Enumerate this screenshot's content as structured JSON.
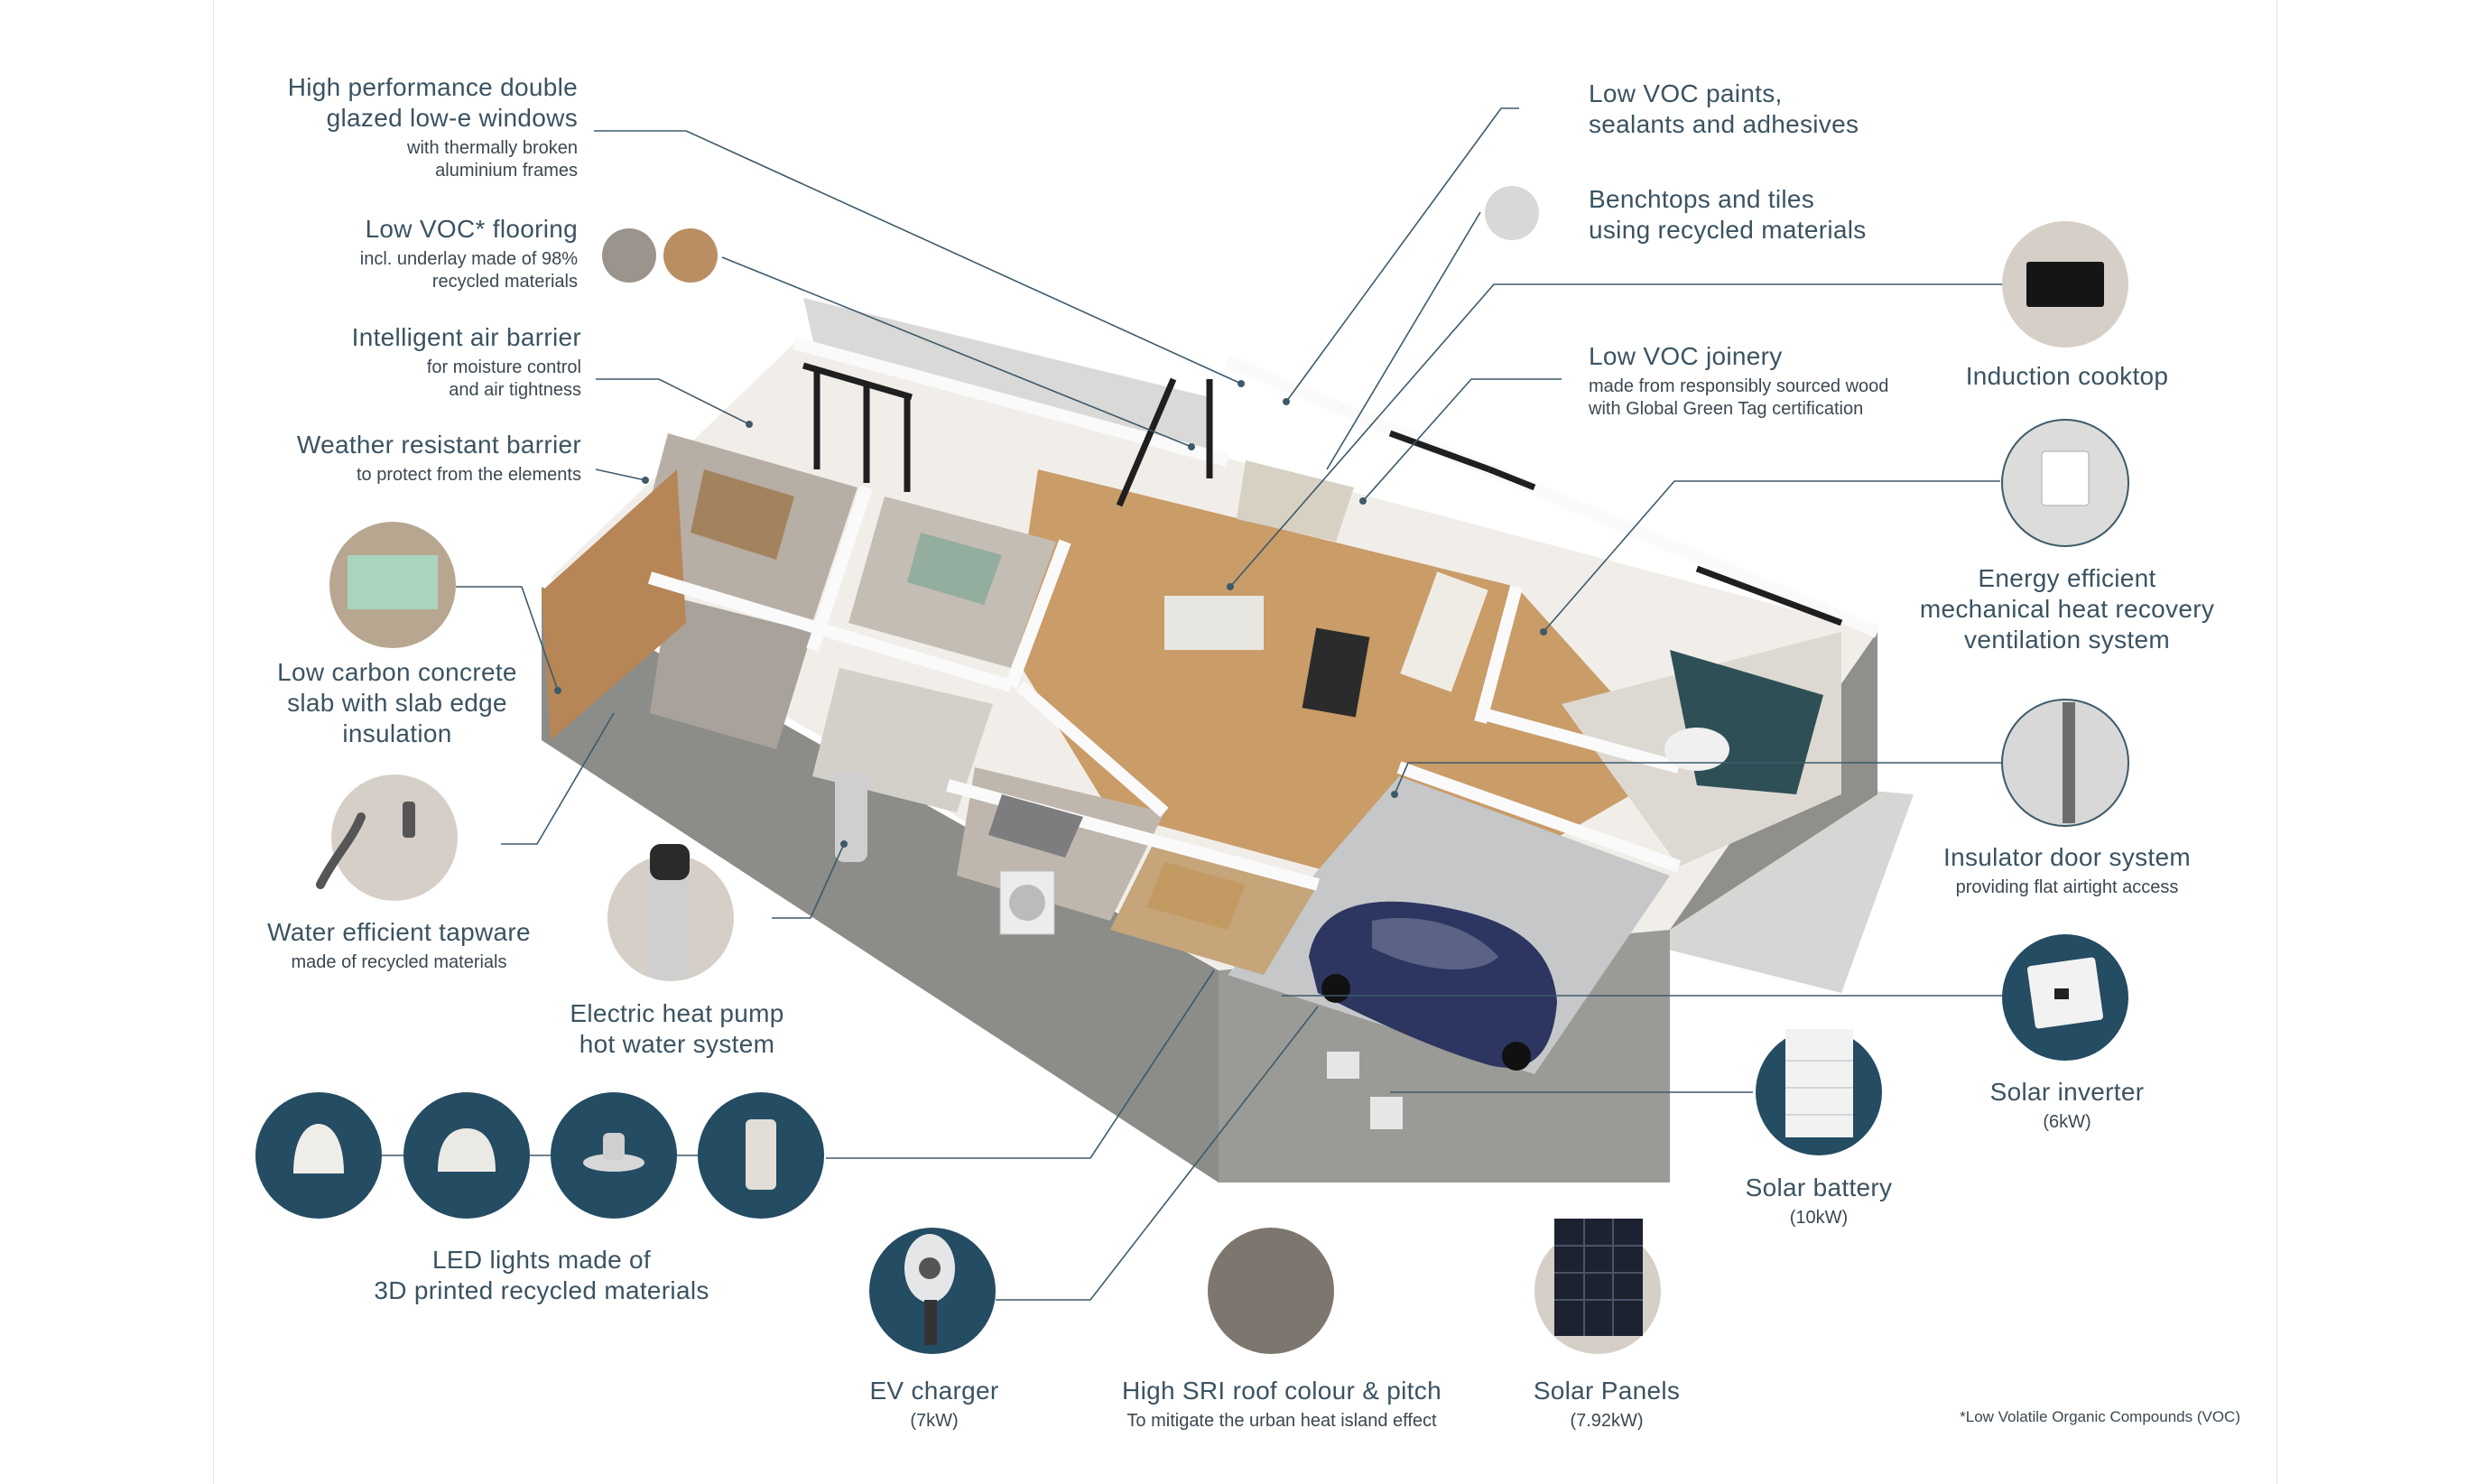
{
  "labels": {
    "windows": {
      "title": [
        "High performance double",
        "glazed low-e windows"
      ],
      "sub": [
        "with thermally broken",
        "aluminium frames"
      ]
    },
    "flooring": {
      "title": [
        "Low VOC* flooring"
      ],
      "sub": [
        "incl. underlay made of 98%",
        "recycled materials"
      ]
    },
    "air_barrier": {
      "title": [
        "Intelligent air barrier"
      ],
      "sub": [
        "for moisture control",
        "and air tightness"
      ]
    },
    "weather_barrier": {
      "title": [
        "Weather resistant barrier"
      ],
      "sub": [
        "to protect from the elements"
      ]
    },
    "concrete": {
      "title": [
        "Low carbon concrete",
        "slab with slab edge",
        "insulation"
      ]
    },
    "tapware": {
      "title": [
        "Water efficient tapware"
      ],
      "sub": [
        "made of recycled materials"
      ]
    },
    "heat_pump": {
      "title": [
        "Electric heat pump",
        "hot water system"
      ]
    },
    "led": {
      "title": [
        "LED lights made of",
        "3D printed recycled materials"
      ]
    },
    "ev_charger": {
      "title": [
        "EV charger"
      ],
      "sub": [
        "(7kW)"
      ]
    },
    "roof": {
      "title": [
        "High SRI roof colour & pitch"
      ],
      "sub": [
        "To mitigate the urban heat island effect"
      ]
    },
    "solar_panels": {
      "title": [
        "Solar Panels"
      ],
      "sub": [
        "(7.92kW)"
      ]
    },
    "solar_battery": {
      "title": [
        "Solar battery"
      ],
      "sub": [
        "(10kW)"
      ]
    },
    "solar_inverter": {
      "title": [
        "Solar inverter"
      ],
      "sub": [
        "(6kW)"
      ]
    },
    "door_system": {
      "title": [
        "Insulator door system"
      ],
      "sub": [
        "providing flat airtight access"
      ]
    },
    "ventilation": {
      "title": [
        "Energy efficient",
        "mechanical heat recovery",
        "ventilation system"
      ]
    },
    "cooktop": {
      "title": [
        "Induction cooktop"
      ]
    },
    "joinery": {
      "title": [
        "Low VOC joinery"
      ],
      "sub": [
        "made from responsibly sourced wood",
        "with Global Green Tag certification"
      ]
    },
    "benchtops": {
      "title": [
        "Benchtops and tiles",
        "using recycled materials"
      ]
    },
    "paints": {
      "title": [
        "Low VOC paints,",
        "sealants and adhesives"
      ]
    }
  },
  "footnote": "*Low Volatile Organic Compounds (VOC)",
  "colors": {
    "text": "#3b5361",
    "teal": "#244c63",
    "beige": "#d6cfc7",
    "line": "#3e5a6a",
    "grey_circle": "#7d766f",
    "light_grey_circle": "#d8d9d6"
  },
  "icons": [
    "window-corner-icon",
    "carpet-swatch-icon",
    "timber-swatch-icon",
    "stone-swatch-icon",
    "induction-cooktop-icon",
    "heat-recovery-unit-icon",
    "concrete-slab-icon",
    "tap-icon",
    "heat-pump-icon",
    "pendant-light-icon",
    "dome-light-icon",
    "spot-light-icon",
    "cylinder-light-icon",
    "ev-charger-icon",
    "roof-colour-swatch-icon",
    "solar-panel-icon",
    "solar-battery-icon",
    "solar-inverter-icon",
    "door-frame-icon"
  ]
}
